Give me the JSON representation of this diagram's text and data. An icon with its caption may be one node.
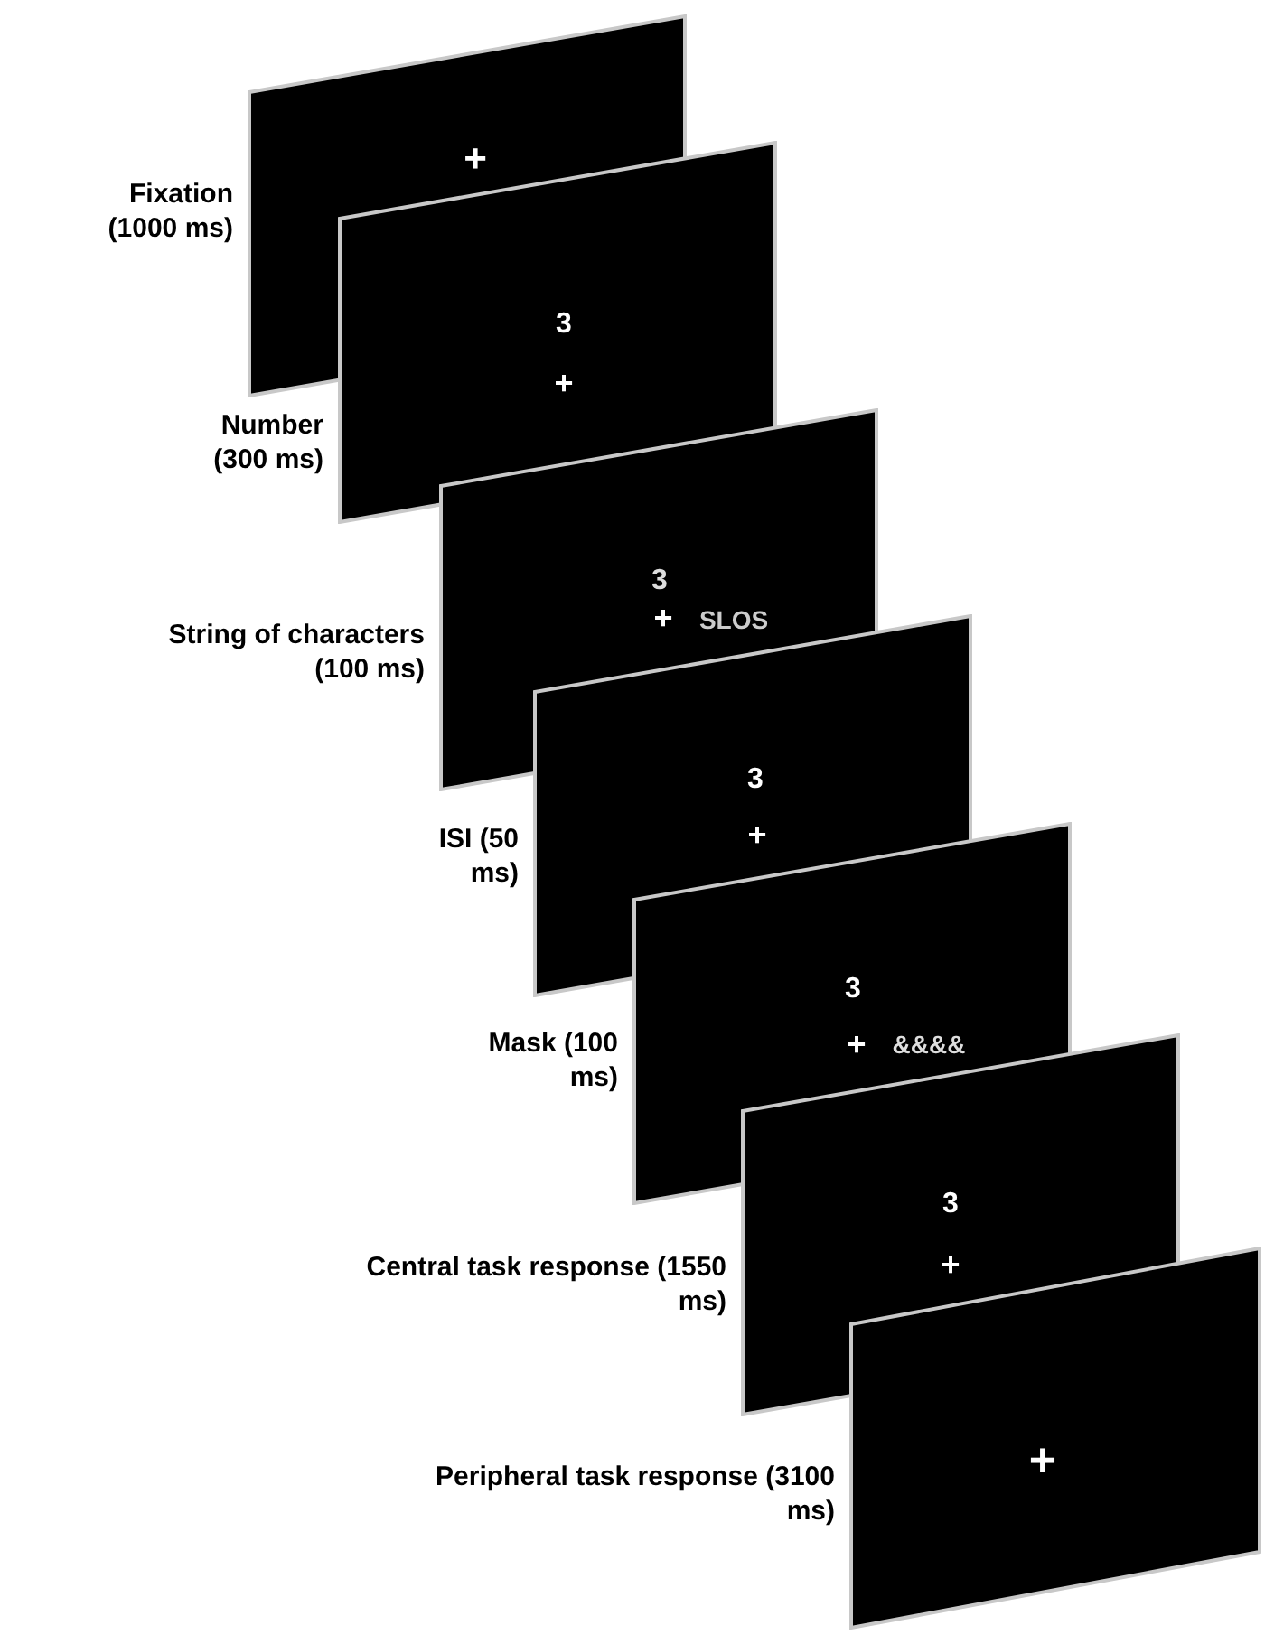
{
  "diagram": {
    "nodes": [
      {
        "text": [
          "+"
        ],
        "beside": [
          "Fixation (1000 ms)"
        ]
      },
      {
        "text": [
          "3",
          "+"
        ],
        "beside": [
          "Number (300 ms)"
        ]
      },
      {
        "text": [
          "3",
          "+",
          "SLOS"
        ],
        "beside": [
          "String of characters (100 ms)"
        ]
      },
      {
        "text": [
          "3",
          "+"
        ],
        "beside": [
          "ISI (50 ms)"
        ]
      },
      {
        "text": [
          "3",
          "+",
          "&&&&"
        ],
        "beside": [
          "Mask (100 ms)"
        ]
      },
      {
        "text": [
          "3",
          "+"
        ],
        "beside": [
          "Central task response (1550 ms)"
        ]
      },
      {
        "text": [
          "+"
        ],
        "beside": [
          "Peripheral task response (3100 ms)"
        ]
      }
    ]
  }
}
